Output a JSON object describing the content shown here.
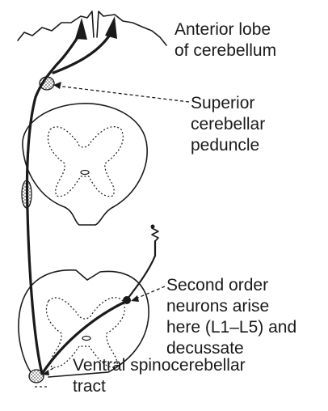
{
  "labels": {
    "anterior_lobe": [
      "Anterior lobe",
      "of cerebellum"
    ],
    "superior_peduncle": [
      "Superior",
      "cerebellar",
      "peduncle"
    ],
    "second_order": [
      "Second order",
      "neurons arise",
      "here (L1–L5) and",
      "decussate"
    ],
    "ventral_tract": [
      "Ventral spinocerebellar",
      "tract"
    ]
  },
  "colors": {
    "ink": "#1a1a1a",
    "background": "#ffffff"
  }
}
